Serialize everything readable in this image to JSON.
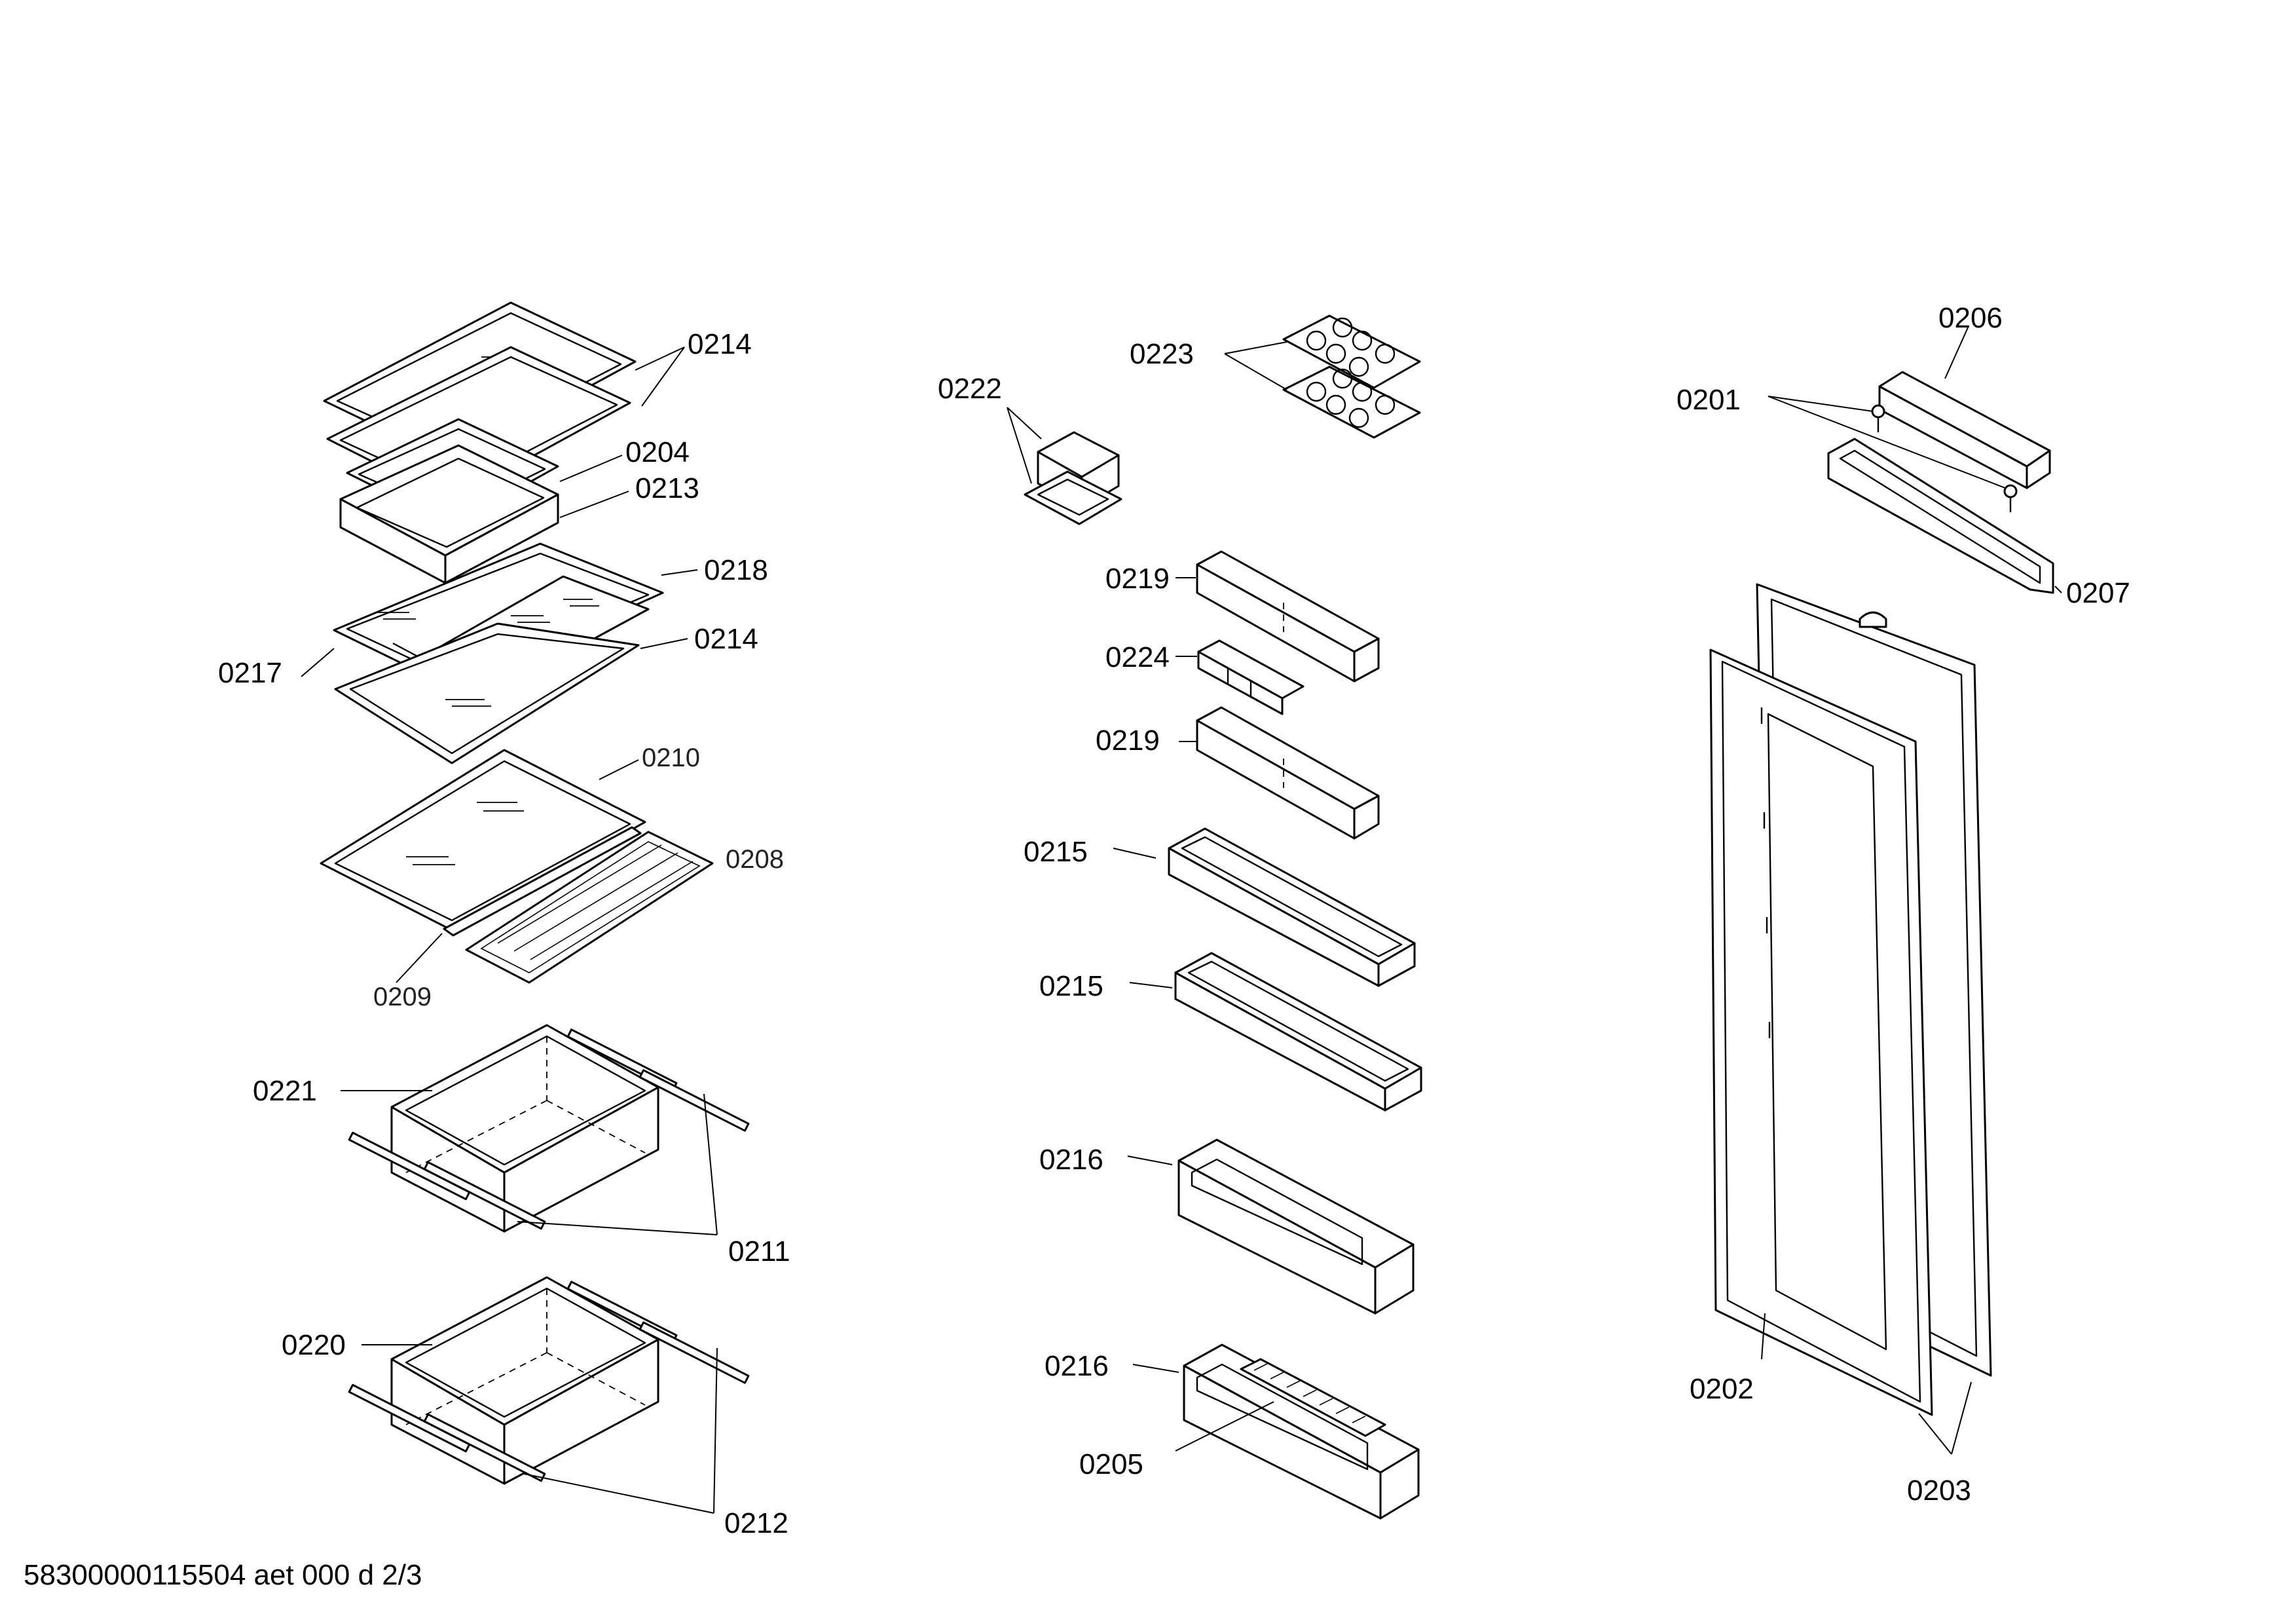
{
  "document_id": "58300000115504 aet 000 d 2/3",
  "labels": {
    "p0214a": "0214",
    "p0204": "0204",
    "p0213": "0213",
    "p0218": "0218",
    "p0217": "0217",
    "p0214b": "0214",
    "p0210": "0210",
    "p0208": "0208",
    "p0209": "0209",
    "p0221": "0221",
    "p0211": "0211",
    "p0220": "0220",
    "p0212": "0212",
    "p0222": "0222",
    "p0223": "0223",
    "p0219a": "0219",
    "p0224": "0224",
    "p0219b": "0219",
    "p0215a": "0215",
    "p0215b": "0215",
    "p0216a": "0216",
    "p0216b": "0216",
    "p0205": "0205",
    "p0206": "0206",
    "p0201": "0201",
    "p0207": "0207",
    "p0202": "0202",
    "p0203": "0203"
  }
}
